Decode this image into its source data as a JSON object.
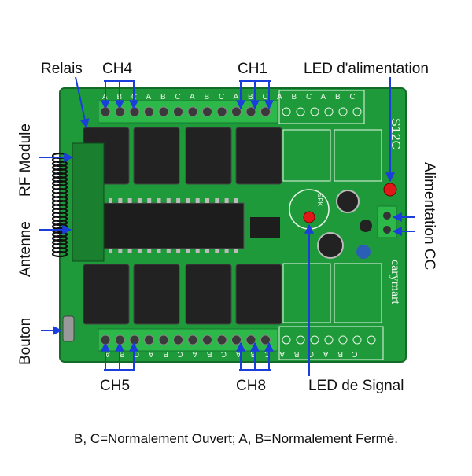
{
  "labels": {
    "relais": "Relais",
    "ch4": "CH4",
    "ch1": "CH1",
    "led_power": "LED d'alimentation",
    "rf_module": "RF Module",
    "antenne": "Antenne",
    "bouton": "Bouton",
    "alimentation_cc": "Alimentation CC",
    "ch5": "CH5",
    "ch8": "CH8",
    "led_signal": "LED de Signal"
  },
  "board": {
    "silk_brand": "carymart",
    "silk_model": "S12C",
    "spk": "SPK",
    "terminal_letters": [
      "A",
      "B",
      "C"
    ]
  },
  "footnote": "B, C=Normalement Ouvert; A, B=Normalement Fermé.",
  "colors": {
    "pcb": "#1f9a3a",
    "terminal": "#2db84a",
    "relay": "#222222",
    "arrow": "#1a3ddb",
    "led_red": "#e01818",
    "silk": "#e8f5e8"
  }
}
